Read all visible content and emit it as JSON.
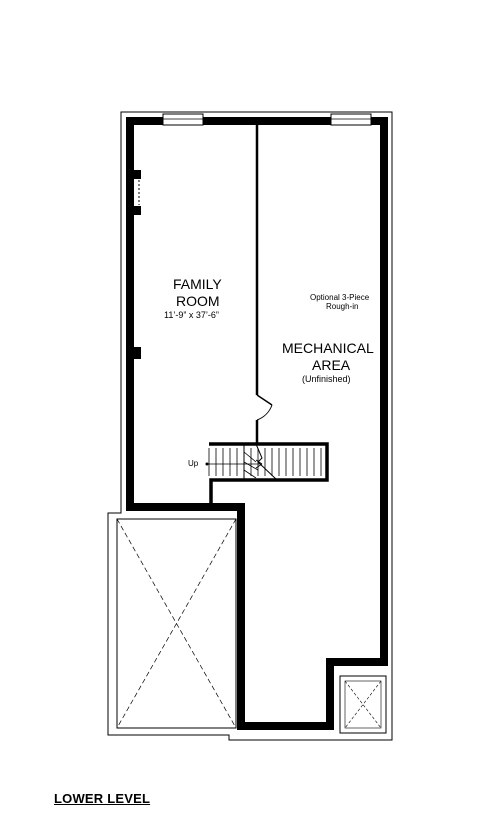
{
  "family_room": {
    "name_line1": "FAMILY",
    "name_line2": "ROOM",
    "dimensions": "11’-9” x 37’-6”"
  },
  "mechanical_area": {
    "name_line1": "MECHANICAL",
    "name_line2": "AREA",
    "note": "(Unfinished)"
  },
  "rough_in": {
    "line1": "Optional 3-Piece",
    "line2": "Rough-in"
  },
  "stairs": {
    "label": "Up"
  },
  "level_title": "LOWER LEVEL",
  "colors": {
    "wall": "#000000",
    "line": "#000000",
    "background": "#ffffff"
  }
}
